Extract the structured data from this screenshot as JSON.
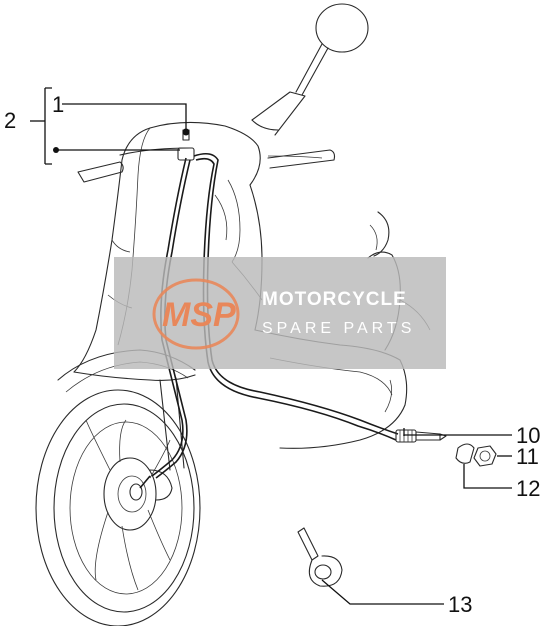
{
  "callouts": {
    "c1": "1",
    "c2": "2",
    "c10": "10",
    "c11": "11",
    "c12": "12",
    "c13": "13"
  },
  "watermark": {
    "logo": "MSP",
    "line1": "MOTORCYCLE",
    "line2": "SPARE PARTS"
  },
  "colors": {
    "watermark_bg": "#b9b9b9",
    "watermark_logo": "#e8875a",
    "watermark_text": "#ffffff",
    "line": "#2a2a2a"
  }
}
